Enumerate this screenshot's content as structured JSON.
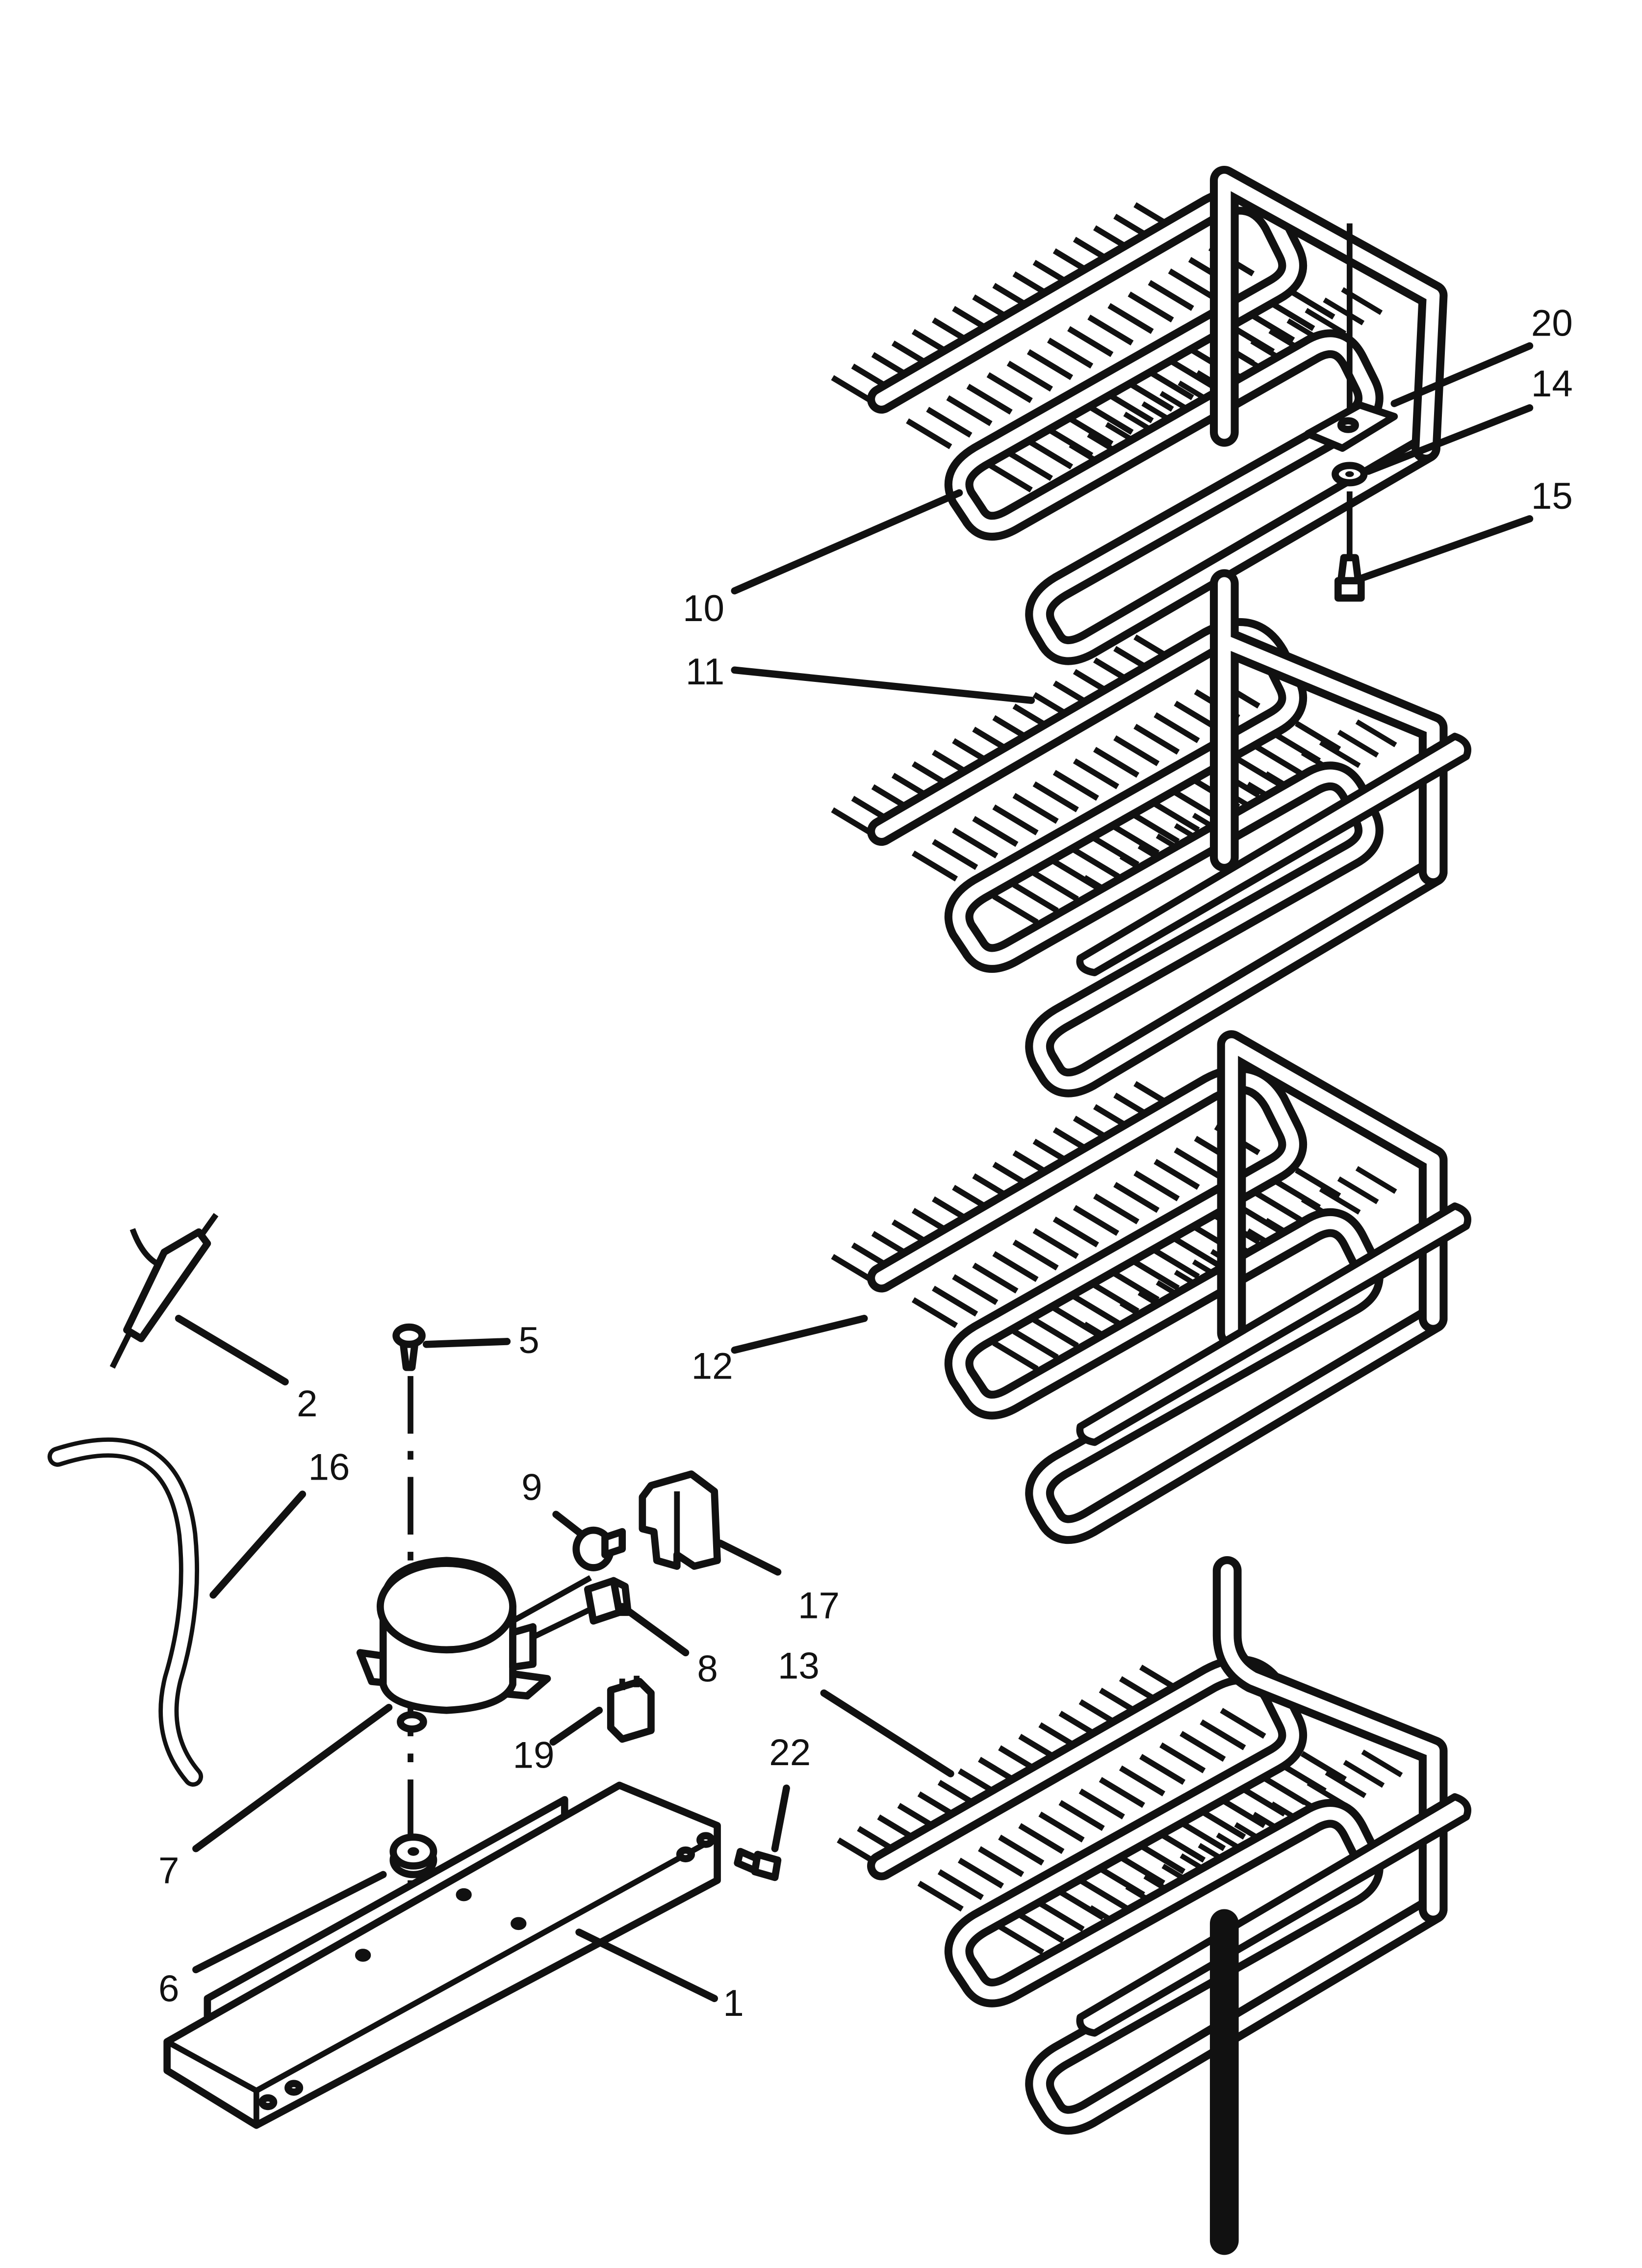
{
  "diagram": {
    "callouts": {
      "c1": "1",
      "c2": "2",
      "c5": "5",
      "c6": "6",
      "c7": "7",
      "c8": "8",
      "c9": "9",
      "c10": "10",
      "c11": "11",
      "c12": "12",
      "c13": "13",
      "c14": "14",
      "c15": "15",
      "c16": "16",
      "c17": "17",
      "c19": "19",
      "c20": "20",
      "c22": "22"
    },
    "parts": {
      "p1": "base-rail-icon",
      "p2": "drier-icon",
      "p5": "screw-icon",
      "p6": "grommet-icon",
      "p7": "compressor-icon",
      "p8": "relay-icon",
      "p9": "overload-icon",
      "p10": "condenser-coil-icon",
      "p11": "condenser-coil-icon",
      "p12": "condenser-coil-icon",
      "p13": "condenser-coil-icon",
      "p14": "washer-icon",
      "p15": "screw-icon",
      "p16": "tube-icon",
      "p17": "cover-icon",
      "p19": "capacitor-icon",
      "p20": "pad-icon",
      "p22": "screw-icon"
    },
    "line_color": "#111111",
    "background": "#ffffff"
  }
}
